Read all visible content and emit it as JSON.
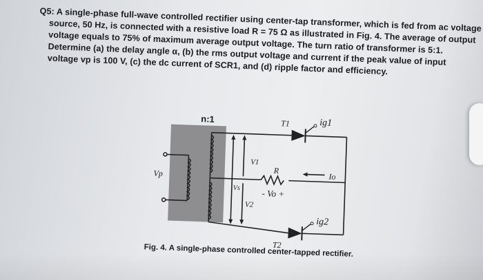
{
  "question": {
    "lines": [
      "Q5: A single-phase full-wave controlled rectifier using center-tap transformer, which is fed from ac voltage",
      "source, 50 Hz, is connected with a resistive load R = 75 Ω as illustrated in Fig. 4. The average of output",
      "voltage equals to 75% of maximum average output voltage. The turn ratio of transformer is 5:1.",
      "Determine (a) the delay angle α, (b) the rms output voltage and current if the peak value of input",
      "voltage vp is 100 V, (c) the dc current of SCR1, and (d) ripple factor and efficiency."
    ]
  },
  "figure": {
    "labels": {
      "ratio": "n:1",
      "vp": "Vp",
      "v1": "V1",
      "vs": "Vs",
      "v2": "V2",
      "r": "R",
      "vo": "- Vo +",
      "io": "Io",
      "t1": "T1",
      "t2": "T2",
      "ig1": "ig1",
      "ig2": "ig2"
    },
    "caption": "Fig. 4. A single-phase controlled center-tapped rectifier."
  },
  "colors": {
    "core": "#8e8e90",
    "ink": "#222222"
  }
}
